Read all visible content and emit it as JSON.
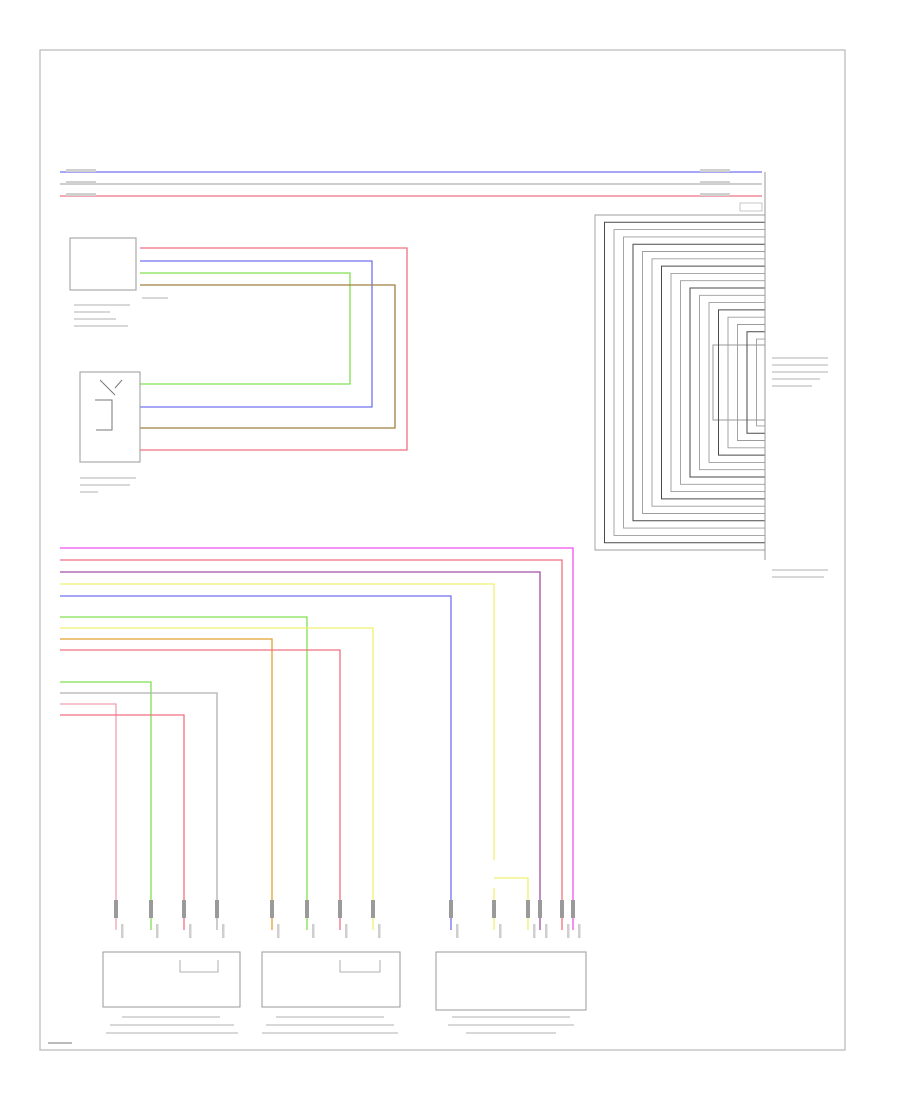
{
  "colors": {
    "red": "#f07080",
    "blue": "#7070f0",
    "green": "#80e050",
    "yellow": "#f0f070",
    "brown": "#a08040",
    "magenta": "#f050f0",
    "purple": "#a050a0",
    "pink": "#f0a0b0",
    "gray": "#b0b0b0",
    "orange": "#e0a030",
    "lightgreen": "#b0f090"
  },
  "wires": [
    {
      "id": "w-top-blue",
      "color": "blue"
    },
    {
      "id": "w-top-gray",
      "color": "gray"
    },
    {
      "id": "w-top-red",
      "color": "red"
    },
    {
      "id": "w-sw-red",
      "color": "red"
    },
    {
      "id": "w-sw-blue",
      "color": "blue"
    },
    {
      "id": "w-sw-green",
      "color": "green"
    },
    {
      "id": "w-sw-brown",
      "color": "brown"
    },
    {
      "id": "w-mid-magenta",
      "color": "magenta"
    },
    {
      "id": "w-mid-red",
      "color": "red"
    },
    {
      "id": "w-mid-purple",
      "color": "purple"
    },
    {
      "id": "w-mid-yellow",
      "color": "yellow"
    },
    {
      "id": "w-mid-blue",
      "color": "blue"
    },
    {
      "id": "w-g2-green",
      "color": "green"
    },
    {
      "id": "w-g2-yellow",
      "color": "yellow"
    },
    {
      "id": "w-g2-brown",
      "color": "orange"
    },
    {
      "id": "w-g2-red",
      "color": "red"
    },
    {
      "id": "w-g3-green",
      "color": "green"
    },
    {
      "id": "w-g3-gray",
      "color": "gray"
    },
    {
      "id": "w-g3-pink",
      "color": "pink"
    },
    {
      "id": "w-g3-red",
      "color": "red"
    }
  ]
}
